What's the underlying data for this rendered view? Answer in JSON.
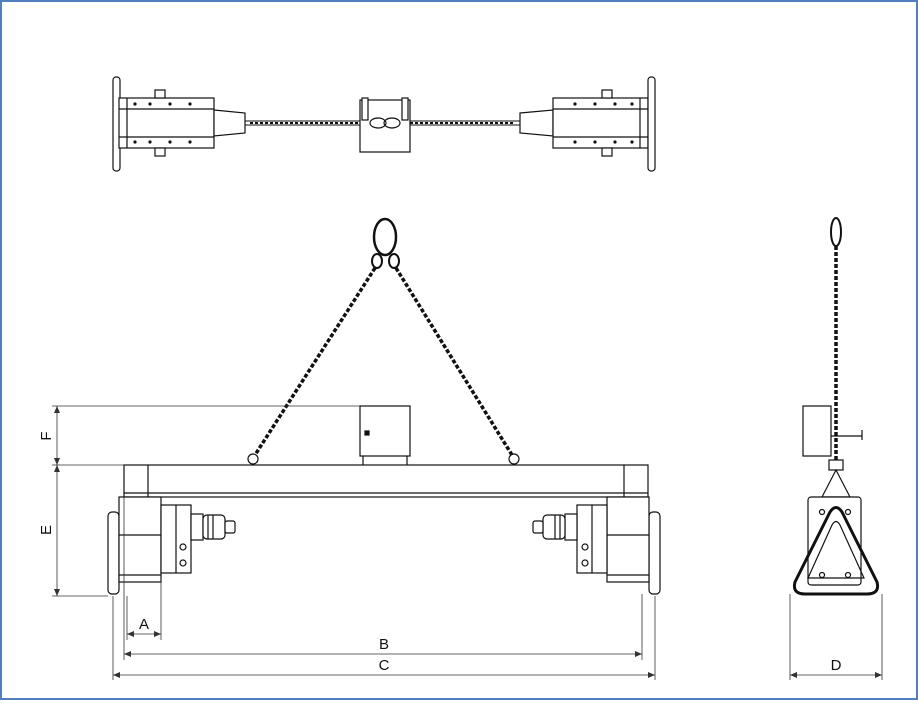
{
  "colors": {
    "frame_border": "#4f7fbf",
    "line": "#111111",
    "dim_line": "#333333",
    "light_fill": "#ffffff",
    "shade": "#d9d9d9"
  },
  "dimensions": {
    "A": "A",
    "B": "B",
    "C": "C",
    "D": "D",
    "E": "E",
    "F": "F"
  }
}
